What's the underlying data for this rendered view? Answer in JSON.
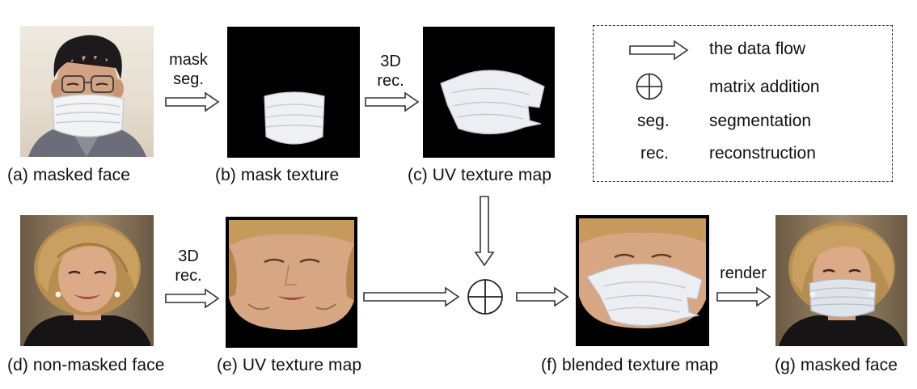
{
  "captions": {
    "a": "(a) masked face",
    "b": "(b) mask texture",
    "c": "(c) UV texture map",
    "d": "(d) non-masked face",
    "e": "(e) UV texture map",
    "f": "(f) blended texture map",
    "g": "(g) masked face"
  },
  "arrow_labels": {
    "mask_seg_line1": "mask",
    "mask_seg_line2": "seg.",
    "rec_top_line1": "3D",
    "rec_top_line2": "rec.",
    "rec_bottom_line1": "3D",
    "rec_bottom_line2": "rec.",
    "render": "render"
  },
  "legend": {
    "data_flow": "the data flow",
    "matrix_addition": "matrix addition",
    "seg_abbr": "seg.",
    "seg_full": "segmentation",
    "rec_abbr": "rec.",
    "rec_full": "reconstruction"
  },
  "colors": {
    "mask_white": "#f2f3f5",
    "panel_black": "#000000",
    "skin": "#d9a782",
    "hair_blonde": "#c9a061",
    "hair_dark": "#1c1a1a"
  },
  "icons": [
    "hollow-right-arrow-icon",
    "circled-plus-icon"
  ]
}
